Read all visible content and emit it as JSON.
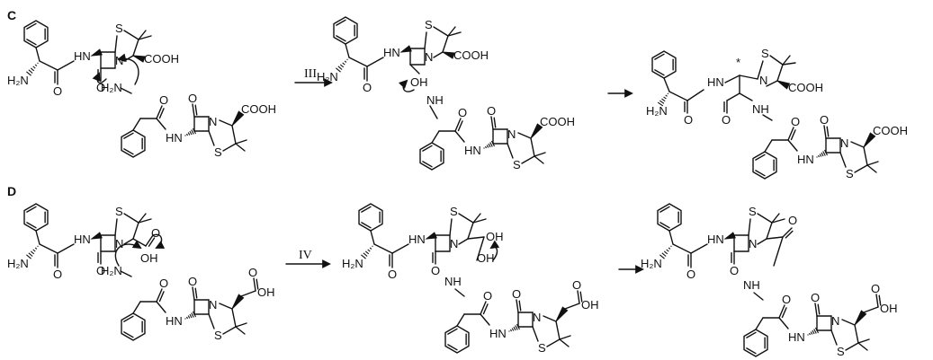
{
  "sections": [
    {
      "letter": "C",
      "step": "III"
    },
    {
      "letter": "D",
      "step": "IV"
    }
  ],
  "labels": {
    "S": "S",
    "N": "N",
    "O": "O",
    "HN": "HN",
    "H2N": "H₂N",
    "COOH": "COOH",
    "OH": "OH",
    "NH": "NH",
    "star": "*"
  }
}
